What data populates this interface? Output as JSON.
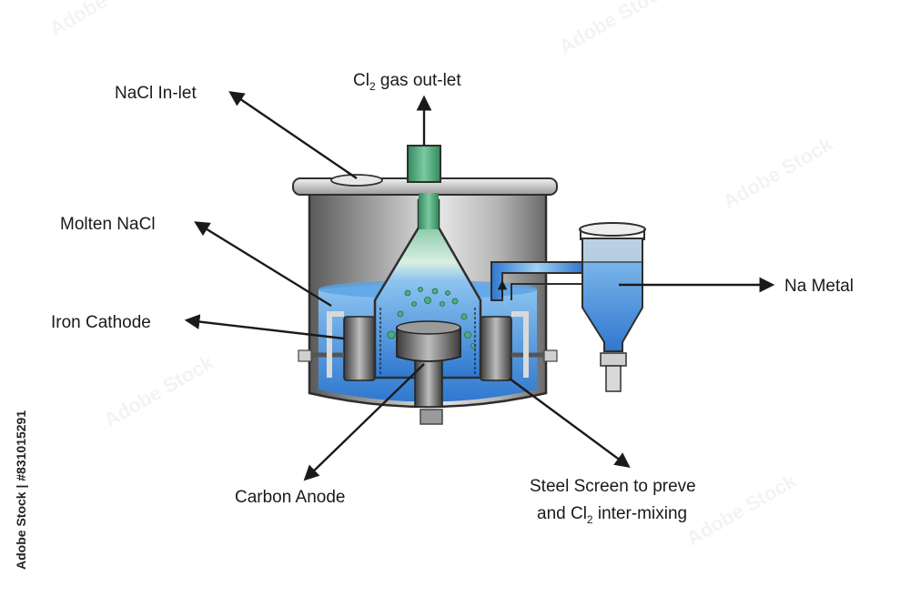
{
  "labels": {
    "nacl_inlet": "NaCl In-let",
    "cl2_outlet_prefix": "Cl",
    "cl2_outlet_sub": "2",
    "cl2_outlet_suffix": " gas out-let",
    "molten_nacl": "Molten NaCl",
    "iron_cathode": "Iron Cathode",
    "na_metal": "Na Metal",
    "carbon_anode": "Carbon Anode",
    "steel_screen_line1": "Steel Screen to preve",
    "steel_screen_line2_prefix": "and Cl",
    "steel_screen_line2_sub": "2",
    "steel_screen_line2_suffix": " inter-mixing"
  },
  "watermark": {
    "side_text": "Adobe Stock | #831015291",
    "tile_text": "Adobe Stock"
  },
  "colors": {
    "molten": "#3f86d6",
    "chlorine": "#3f9f6f",
    "metal": "#8c8c8c"
  }
}
